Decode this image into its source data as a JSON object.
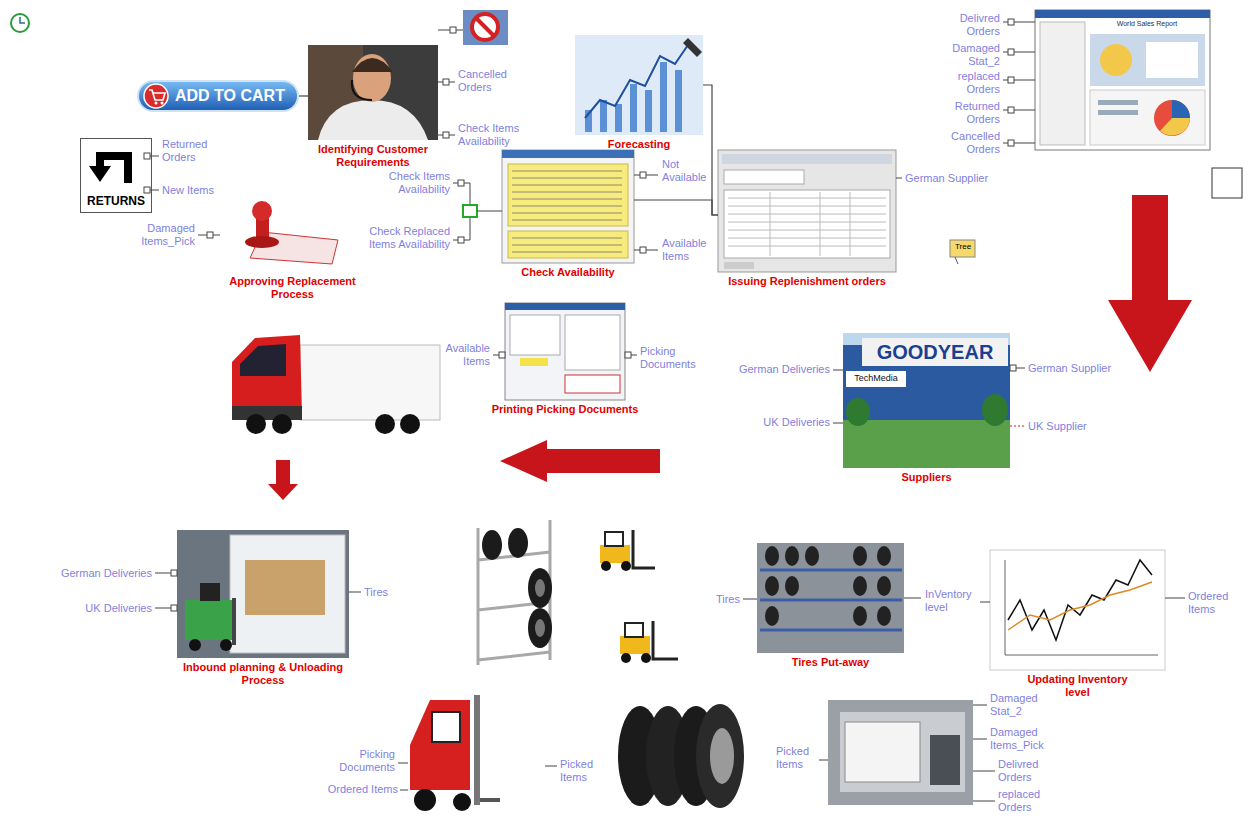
{
  "diagram": {
    "nodes": [
      {
        "text": [
          "ADD TO CART"
        ]
      },
      {
        "text": [
          "Identifying Customer Requirements"
        ]
      },
      {
        "text": [
          "Forecasting"
        ]
      },
      {
        "text": [
          "RETURNS"
        ]
      },
      {
        "text": [
          "Approving Replacement Process"
        ]
      },
      {
        "text": [
          "Check Availability"
        ]
      },
      {
        "text": [
          "Issuing Replenishment orders"
        ]
      },
      {
        "text": [
          "Printing Picking Documents"
        ]
      },
      {
        "text": [
          "Suppliers"
        ]
      },
      {
        "text": [
          "Inbound planning & Unloading Process"
        ]
      },
      {
        "text": [
          "Tires Put-away"
        ]
      },
      {
        "text": [
          "Updating Inventory level"
        ]
      }
    ],
    "edges": [
      {
        "from": 0,
        "to": 1,
        "arrow": "none"
      },
      {
        "from": 2,
        "to": 6,
        "arrow": "none"
      },
      {
        "from": 5,
        "to": 6,
        "arrow": "none"
      }
    ],
    "labels": [
      "Cancelled Orders",
      "Check Items Availability",
      "Returned Orders",
      "New Items",
      "Damaged Items_Pick",
      "Check Items Availability",
      "Check Replaced Items Availability",
      "Not Available",
      "Available Items",
      "German Supplier",
      "Delivred Orders",
      "Damaged Stat_2",
      "replaced Orders",
      "Returned Orders",
      "Cancelled Orders",
      "Available Items",
      "Picking Documents",
      "German Deliveries",
      "UK Deliveries",
      "German Supplier",
      "UK Supplier",
      "German Deliveries",
      "UK Deliveries",
      "Tires",
      "Tires",
      "InVentory level",
      "Ordered Items",
      "Picking Documents",
      "Ordered Items",
      "Picked Items",
      "Picked Items",
      "Damaged Stat_2",
      "Damaged Items_Pick",
      "Delivred Orders",
      "replaced Orders",
      "Tree",
      "World Sales Report",
      "GOODYEAR",
      "TechMedia"
    ]
  }
}
